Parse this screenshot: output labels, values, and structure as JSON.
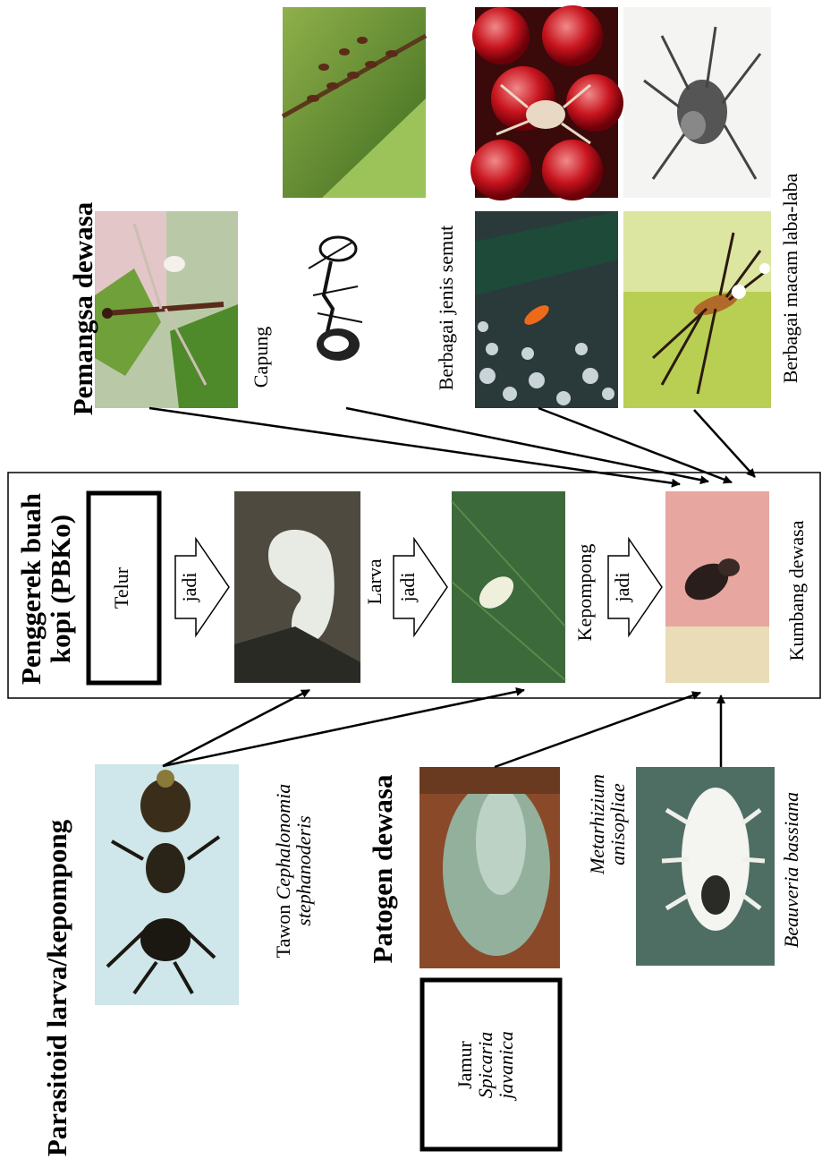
{
  "pbko": {
    "title_line1": "Penggerek buah",
    "title_line2": "kopi (PBKo)",
    "stage_egg": "Telur",
    "arrow_label": "jadi",
    "stage_larva": "Larva",
    "stage_pupa": "Kepompong",
    "stage_adult": "Kumbang dewasa"
  },
  "predators": {
    "heading": "Pemangsa dewasa",
    "dragonfly": "Capung",
    "ants": "Berbagai jenis semut",
    "spiders": "Berbagai macam laba-laba"
  },
  "parasitoid": {
    "heading": "Parasitoid larva/kepompong",
    "name_prefix": "Tawon",
    "name_genus": "Cephalonomia",
    "name_species": "stephanoderis"
  },
  "pathogens": {
    "heading": "Patogen dewasa",
    "metarhizium_genus": "Metarhizium",
    "metarhizium_species": "anisopliae",
    "beauveria": "Beauveria bassiana",
    "spicaria_prefix": "Jamur",
    "spicaria_genus": "Spicaria",
    "spicaria_species": "javanica"
  },
  "colors": {
    "line": "#000000",
    "background": "#ffffff"
  }
}
